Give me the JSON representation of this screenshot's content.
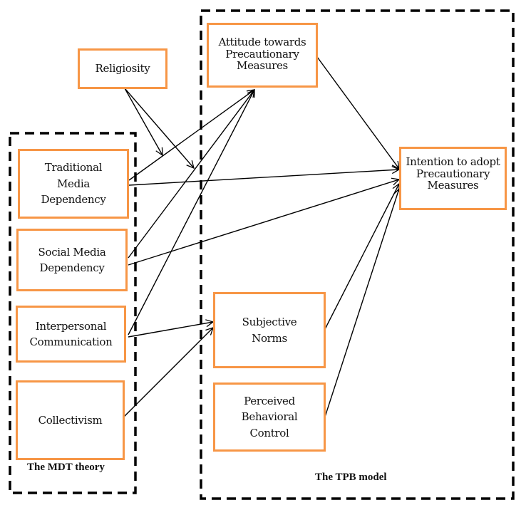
{
  "groups": {
    "mdt": "The MDT theory",
    "tpb": "The TPB model"
  },
  "nodes": {
    "religiosity": "Religiosity",
    "attitude": "Attitude towards\nPrecautionary\nMeasures",
    "intention": "Intention to adopt\nPrecautionary\nMeasures",
    "traditional": "Traditional\nMedia\nDependency",
    "social": "Social Media\nDependency",
    "interpersonal": "Interpersonal\nCommunication",
    "collectivism": "Collectivism",
    "subjective": "Subjective\nNorms",
    "perceived": "Perceived\nBehavioral\nControl"
  },
  "edges": [
    {
      "from": "Religiosity",
      "to": "Traditional Media Dependency → Attitude path (moderation)"
    },
    {
      "from": "Religiosity",
      "to": "Social Media Dependency → Attitude path (moderation)"
    },
    {
      "from": "Traditional Media Dependency",
      "to": "Attitude towards Precautionary Measures"
    },
    {
      "from": "Traditional Media Dependency",
      "to": "Intention to adopt Precautionary Measures"
    },
    {
      "from": "Social Media Dependency",
      "to": "Attitude towards Precautionary Measures"
    },
    {
      "from": "Social Media Dependency",
      "to": "Intention to adopt Precautionary Measures"
    },
    {
      "from": "Interpersonal Communication",
      "to": "Attitude towards Precautionary Measures"
    },
    {
      "from": "Interpersonal Communication",
      "to": "Subjective Norms"
    },
    {
      "from": "Collectivism",
      "to": "Subjective Norms"
    },
    {
      "from": "Attitude towards Precautionary Measures",
      "to": "Intention to adopt Precautionary Measures"
    },
    {
      "from": "Subjective Norms",
      "to": "Intention to adopt Precautionary Measures"
    },
    {
      "from": "Perceived Behavioral Control",
      "to": "Intention to adopt Precautionary Measures"
    }
  ],
  "colors": {
    "box_border": "#f79646",
    "line": "#000000"
  }
}
